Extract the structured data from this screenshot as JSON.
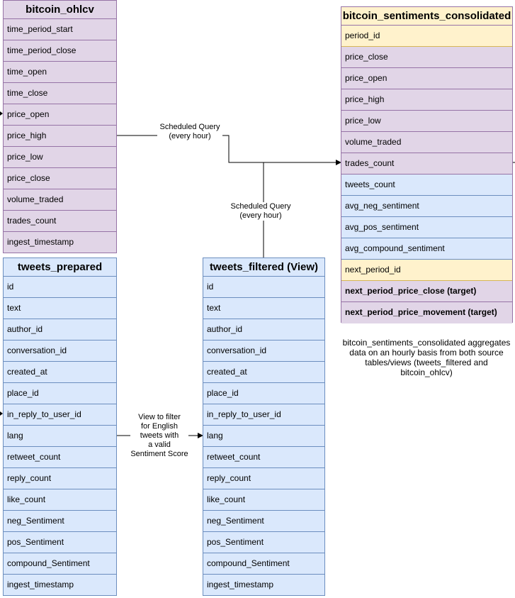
{
  "tables": {
    "ohlcv": {
      "title": "bitcoin_ohlcv",
      "rows": [
        "time_period_start",
        "time_period_close",
        "time_open",
        "time_close",
        "price_open",
        "price_high",
        "price_low",
        "price_close",
        "volume_traded",
        "trades_count",
        "ingest_timestamp"
      ]
    },
    "consolidated": {
      "title": "bitcoin_sentiments_consolidated",
      "rows": [
        "period_id",
        "price_close",
        "price_open",
        "price_high",
        "price_low",
        "volume_traded",
        "trades_count",
        "tweets_count",
        "avg_neg_sentiment",
        "avg_pos_sentiment",
        "avg_compound_sentiment",
        "next_period_id",
        "next_period_price_close (target)",
        "next_period_price_movement (target)"
      ],
      "row_colors": [
        "yellow",
        "purple",
        "purple",
        "purple",
        "purple",
        "purple",
        "purple",
        "blue",
        "blue",
        "blue",
        "blue",
        "yellow",
        "purple",
        "purple"
      ],
      "bold_rows": [
        12,
        13
      ]
    },
    "prepared": {
      "title": "tweets_prepared",
      "rows": [
        "id",
        "text",
        "author_id",
        "conversation_id",
        "created_at",
        "place_id",
        "in_reply_to_user_id",
        "lang",
        "retweet_count",
        "reply_count",
        "like_count",
        "neg_Sentiment",
        "pos_Sentiment",
        "compound_Sentiment",
        "ingest_timestamp"
      ]
    },
    "filtered": {
      "title": "tweets_filtered (View)",
      "rows": [
        "id",
        "text",
        "author_id",
        "conversation_id",
        "created_at",
        "place_id",
        "in_reply_to_user_id",
        "lang",
        "retweet_count",
        "reply_count",
        "like_count",
        "neg_Sentiment",
        "pos_Sentiment",
        "compound_Sentiment",
        "ingest_timestamp"
      ]
    }
  },
  "edges": {
    "ohlcv_to_consolidated": "Scheduled Query\n(every hour)",
    "filtered_to_consolidated": "Scheduled Query\n(every hour)",
    "prepared_to_filtered": "View to filter\nfor English\ntweets with\na valid\nSentiment Score"
  },
  "note": "bitcoin_sentiments_consolidated aggregates data on an hourly basis from both source tables/views (tweets_filtered and bitcoin_ohlcv)",
  "colors": {
    "purple_fill": "#e1d5e7",
    "purple_stroke": "#9673a6",
    "blue_fill": "#dae8fc",
    "blue_stroke": "#6c8ebf",
    "yellow_fill": "#fff2cc"
  }
}
